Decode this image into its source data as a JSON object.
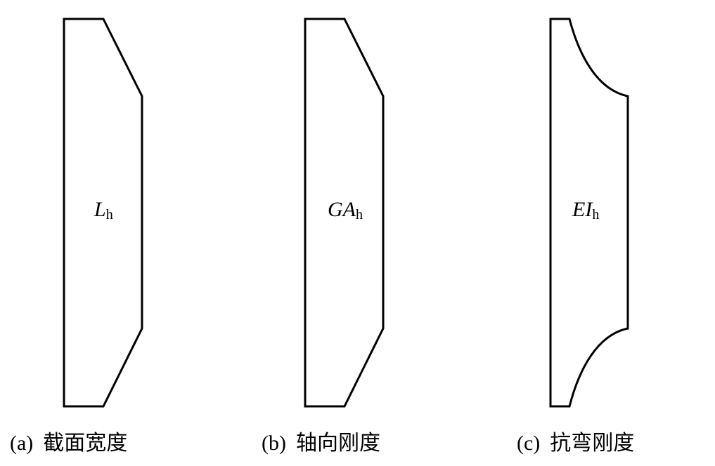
{
  "panels": [
    {
      "symbol": "L",
      "subscript": "h",
      "caption_id": "(a)",
      "caption_text": "截面宽度"
    },
    {
      "symbol": "GA",
      "subscript": "h",
      "caption_id": "(b)",
      "caption_text": "轴向刚度"
    },
    {
      "symbol": "EI",
      "subscript": "h",
      "caption_id": "(c)",
      "caption_text": "抗弯刚度"
    }
  ]
}
